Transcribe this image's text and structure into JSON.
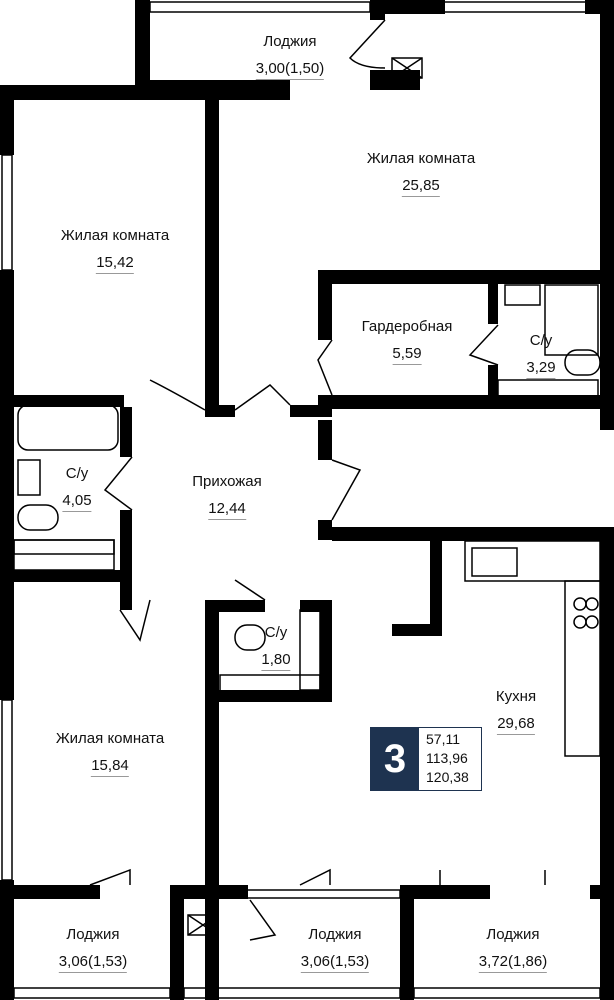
{
  "rooms": [
    {
      "name": "Лоджия",
      "area": "3,00(1,50)"
    },
    {
      "name": "Жилая комната",
      "area": "25,85"
    },
    {
      "name": "Жилая комната",
      "area": "15,42"
    },
    {
      "name": "Гардеробная",
      "area": "5,59"
    },
    {
      "name": "С/у",
      "area": "3,29"
    },
    {
      "name": "С/у",
      "area": "4,05"
    },
    {
      "name": "Прихожая",
      "area": "12,44"
    },
    {
      "name": "С/у",
      "area": "1,80"
    },
    {
      "name": "Кухня",
      "area": "29,68"
    },
    {
      "name": "Жилая комната",
      "area": "15,84"
    },
    {
      "name": "Лоджия",
      "area": "3,06(1,53)"
    },
    {
      "name": "Лоджия",
      "area": "3,06(1,53)"
    },
    {
      "name": "Лоджия",
      "area": "3,72(1,86)"
    }
  ],
  "badge": {
    "rooms_count": "3",
    "living_area": "57,11",
    "total_area": "113,96",
    "total_with_loggias": "120,38",
    "color": "#1e3350"
  }
}
